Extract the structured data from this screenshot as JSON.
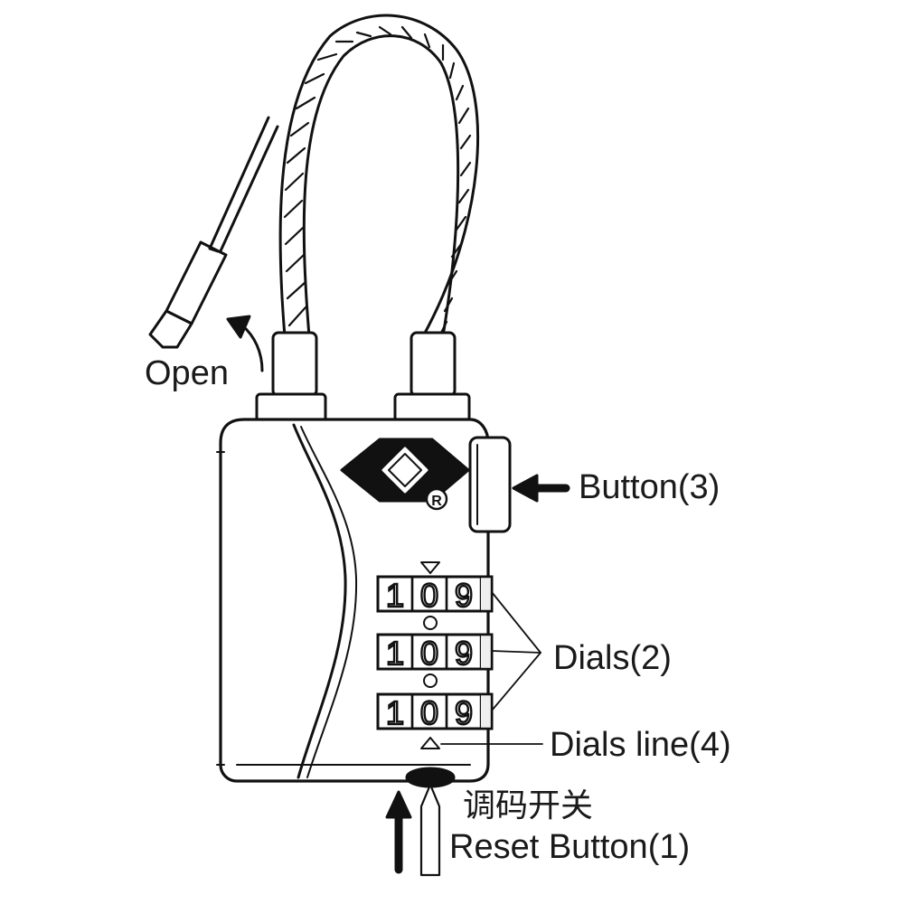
{
  "labels": {
    "open": "Open",
    "button": "Button(3)",
    "dials": "Dials(2)",
    "dials_line": "Dials line(4)",
    "reset_cn": "调码开关",
    "reset": "Reset Button(1)"
  },
  "dials": [
    {
      "digits": [
        "1",
        "0",
        "9"
      ]
    },
    {
      "digits": [
        "1",
        "0",
        "9"
      ]
    },
    {
      "digits": [
        "1",
        "0",
        "9"
      ]
    }
  ],
  "logo_mark": "®"
}
